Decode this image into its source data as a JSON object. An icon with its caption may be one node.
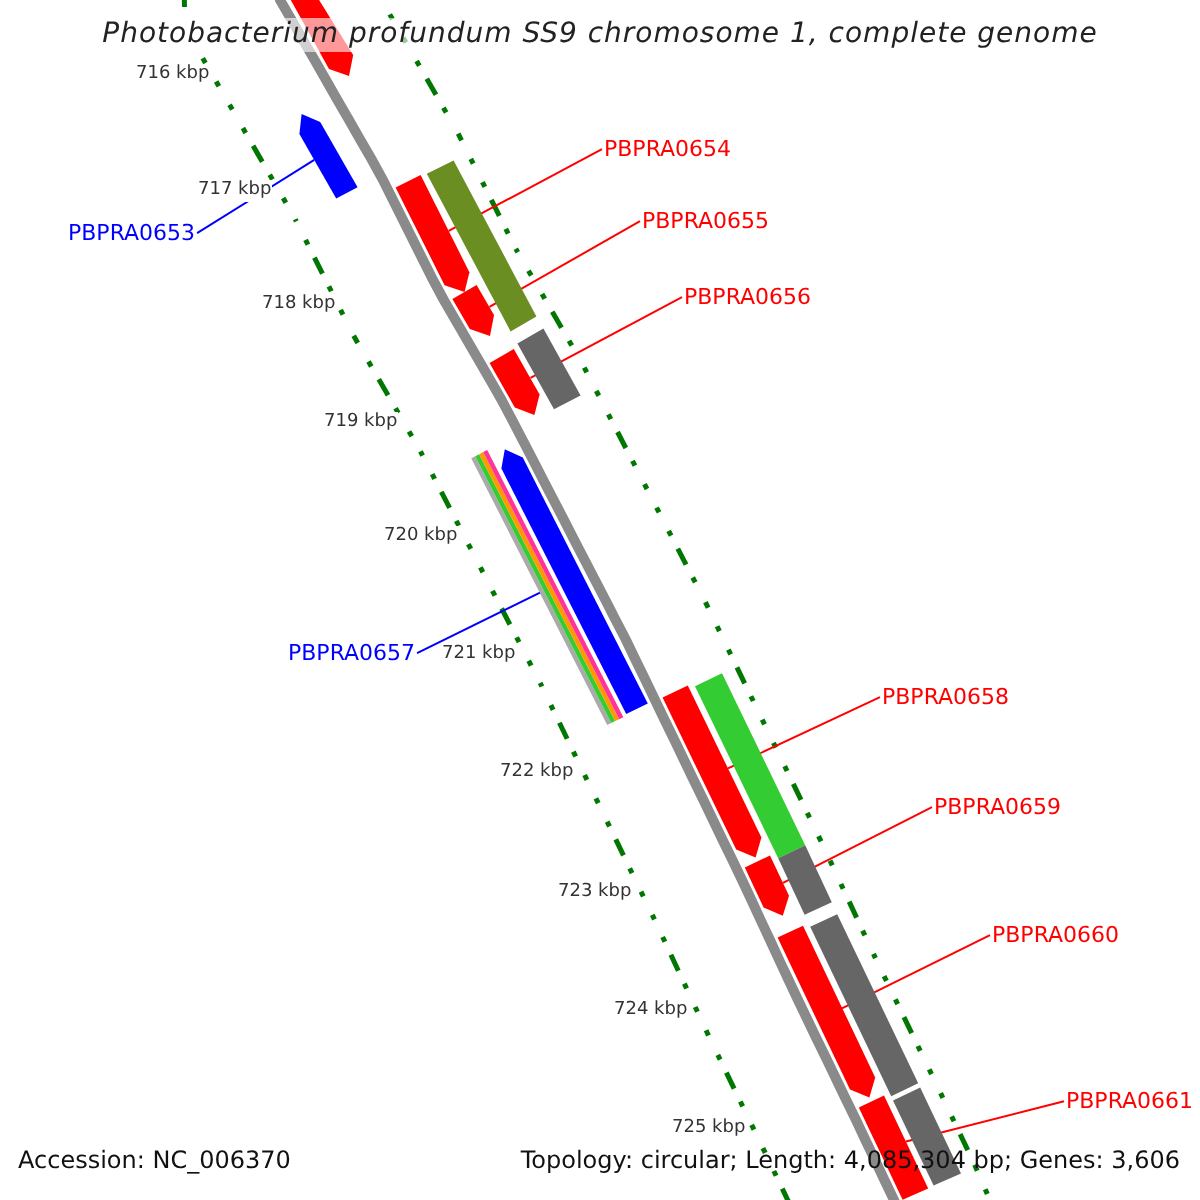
{
  "diagram": {
    "title": "Photobacterium profundum SS9 chromosome 1, complete genome",
    "nodes": [
      {
        "text": [
          "PBPRA0653"
        ]
      },
      {
        "text": [
          "PBPRA0654"
        ]
      },
      {
        "text": [
          "PBPRA0655"
        ]
      },
      {
        "text": [
          "PBPRA0656"
        ]
      },
      {
        "text": [
          "PBPRA0657"
        ]
      },
      {
        "text": [
          "PBPRA0658"
        ]
      },
      {
        "text": [
          "PBPRA0659"
        ]
      },
      {
        "text": [
          "PBPRA0660"
        ]
      },
      {
        "text": [
          "PBPRA0661"
        ]
      },
      {
        "text": [],
        "shape": "arrow"
      },
      {
        "text": [],
        "shape": "arrow"
      },
      {
        "text": [],
        "shape": "arrow"
      },
      {
        "text": [],
        "shape": "arrow"
      },
      {
        "text": [],
        "shape": "bar"
      },
      {
        "text": [],
        "shape": "arrow"
      },
      {
        "text": [],
        "shape": "bar"
      },
      {
        "text": [],
        "shape": "bar"
      },
      {
        "text": [],
        "shape": "arrow"
      },
      {
        "text": [],
        "shape": "arrow"
      },
      {
        "text": [],
        "shape": "bar"
      },
      {
        "text": [],
        "shape": "arrow"
      },
      {
        "text": [],
        "shape": "bar"
      },
      {
        "text": [],
        "shape": "arrow"
      },
      {
        "text": [],
        "shape": "bar"
      },
      {
        "text": [],
        "shape": "arrow"
      },
      {
        "text": [],
        "shape": "bar"
      }
    ],
    "edges": [
      {
        "from": 0,
        "to": 10,
        "arrow": "none",
        "color": "#0000ff"
      },
      {
        "from": 1,
        "to": 11,
        "arrow": "none"
      },
      {
        "from": 2,
        "to": 12,
        "arrow": "none"
      },
      {
        "from": 3,
        "to": 14,
        "arrow": "none"
      },
      {
        "from": 4,
        "to": 16,
        "arrow": "none",
        "color": "#0000ff"
      },
      {
        "from": 5,
        "to": 18,
        "arrow": "none"
      },
      {
        "from": 6,
        "to": 20,
        "arrow": "none"
      },
      {
        "from": 7,
        "to": 22,
        "arrow": "none"
      },
      {
        "from": 8,
        "to": 24,
        "arrow": "none"
      }
    ],
    "labels": [
      "716 kbp",
      "717 kbp",
      "718 kbp",
      "719 kbp",
      "720 kbp",
      "721 kbp",
      "722 kbp",
      "723 kbp",
      "724 kbp",
      "725 kbp",
      "Accession: NC_006370",
      "Topology: circular; Length: 4,085,304 bp; Genes: 3,606"
    ]
  }
}
